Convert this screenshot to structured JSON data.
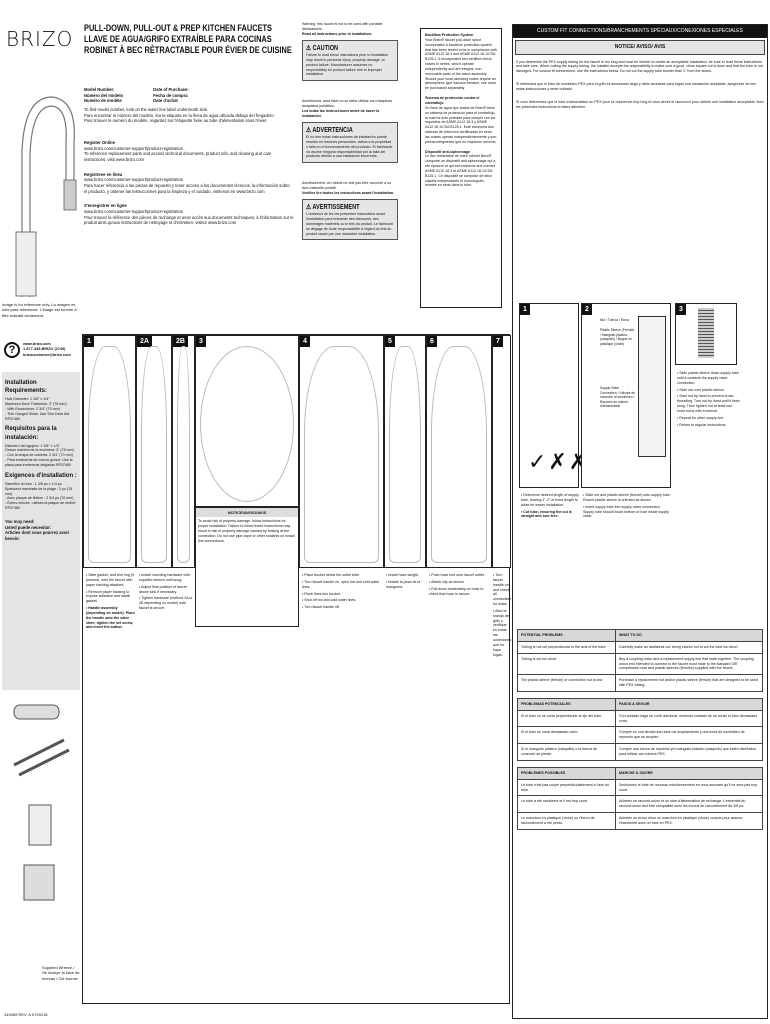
{
  "brand": "BRIZO",
  "title": [
    "PULL-DOWN, PULL-OUT & PREP KITCHEN FAUCETS",
    "LLAVE DE AGUA/GRIFO EXTRAÍBLE PARA COCINAS",
    "ROBINET À BEC RÉTRACTABLE POUR ÉVIER DE CUISINE"
  ],
  "model": {
    "model_labels": [
      "Model Number:",
      "Número del modelo",
      "Numéro de modèle"
    ],
    "date_labels": [
      "Date of Purchase:",
      "Fecha de compra",
      "Date d'achat"
    ],
    "find": [
      "To find model number, look on the water line label underneath sink.",
      "Para encontrar el número del modelo, lea la etiqueta en la línea de agua ubicada debajo del fregadero",
      "Pour trouver le numéro du modèle, regardez sur l'étiquette fixée au tube d'alimentation sous l'évier."
    ]
  },
  "register": [
    {
      "h": "Register Online",
      "url": "www.brizo.com/customer-support/product-registration",
      "t": "To reference replacement parts and access technical documents, product info, and cleaning and care instructions, visit www.brizo.com"
    },
    {
      "h": "Regístrese en línea",
      "url": "www.brizo.com/customer-support/product-registration",
      "t": "Para hacer referencia a las piezas de repuesto y tener acceso a los documentos técnicos, la información sobre el producto, y obtener las instrucciones para la limpieza y el cuidado, visítenos en www.brizo.com"
    },
    {
      "h": "S'enregistrer en ligne",
      "url": "www.brizo.com/customer-support/product-registration",
      "t": "Pour trouver la référence des pièces de rechange et avoir accès aux documents techniques, à l'information sur le produit ainsi qu'aux instructions de nettoyage et d'entretien, visitez www.brizo.com"
    }
  ],
  "image_note": "Image is for reference only. La imagen es sólo para referencia. L'image est fournie à titre indicatif seulement.",
  "contact": [
    "www.brizo.com",
    "1-877-345-BRIZO (2749)",
    "brizocustomer@brizo.com"
  ],
  "requirements": [
    {
      "h": "Installation Requirements:",
      "lines": [
        "Hole Diameter: 1 3/8\" ± 1/4\"",
        "Maximum Deck Thickness: 3\" (76 mm)",
        "- With Escutcheon: 2 3/4\" (70 mm)",
        "- Thin Gauged Sinks: Use Thin Deck Aid RP37480"
      ]
    },
    {
      "h": "Requisitos para la instalación:",
      "lines": [
        "Diámetro del agujero: 1 3/8\" ± 1/4\"",
        "Grosor máximo de la encimera: 3\" (76 mm)",
        "- Con la chapa de cubierta: 2 3/4\" (70 mm)",
        "- Para encimeras de menos grosor: Use la placa para encimeras delgadas RP37480"
      ]
    },
    {
      "h": "Exigences d'installation :",
      "lines": [
        "Diamètre du trou : 1 3/8 po ± 1/4 po",
        "Épaisseur maximale de la plage : 3 po (76 mm)",
        "- Avec plaque de finition : 2 3/4 po (70 mm)",
        "- Éviers minces : utilisez la plaque de renfort RP37480"
      ]
    }
  ],
  "may_need": [
    "You may need:",
    "Usted puede necesitar:",
    "Articles dont vous pourrez avoir besoin:"
  ],
  "supplied_wrench": "Supplied Wrench / Se incluye la llave de tuercas / Clé fournie",
  "part_no": "140089 REV. A  07/02/18",
  "warnings": [
    {
      "lead": "Warning: this faucet is not to be used with portable dishwashers.",
      "read": "Read all instructions prior to installation.",
      "h": "CAUTION",
      "t": "Failure to read these instructions prior to installation may result in personal injury, property damage, or product failure. Manufacturer assumes no responsibility for product failure due to improper installation."
    },
    {
      "lead": "Advertencia: para llave no se debe utilizar con maquinas lavaplatos portátiles.",
      "read": "Lea todas las instrucciones antes de hacer la instalación.",
      "h": "ADVERTENCIA",
      "t": "El no leer estas instrucciones de instalación puede resultar en lesiones personales, daños a la propiedad o falla en el funcionamiento del producto. El fabricante no asume ninguna responsabilidad por la falla del producto debido a una instalación incorrecta."
    },
    {
      "lead": "Avertissement: ce robinet ne doit pas être raccordé à un lave-vaisselle portatif.",
      "read": "Veuillez lire toutes les instructions avant l'installation.",
      "h": "AVERTISSEMENT",
      "t": "L'omission de lire les présentes instructions avant l'installation peut entraîner des blessures, des dommages matériels ou le bris du produit. Le fabricant se dégage de toute responsabilité à l'égard du bris du produit causé par une mauvaise installation."
    }
  ],
  "backflow": [
    {
      "h": "Backflow Protection System",
      "t": "Your Brizo® faucet pull-down spout incorporates a backflow protection system that has been tested to be in compliance with ASME A112.18.3 and ASME A112.18.1/CSA B125.1. It incorporates two certified check valves in series, which operate independently and are integral, non-removable parts of the wand assembly. Should your local plumbing codes require an atmospheric type vacuum breaker, one must be purchased separately."
    },
    {
      "h": "Sistema de protección contra el contraflujo",
      "t": "Su llave de agua tipo ducha de Brizo® tiene un sistema de protección para el contraflujo, la cual ha sido probada para cumplir con los requisitos de ASME A112.18.3 y ASME A112.18.1/CSA B125.1. Este incorpora dos válvulas de retención certificadas en serie, las cuales operan independientemente y son piezas integrantes que no requieren servicio."
    },
    {
      "h": "Dispositif anti-siphonnage",
      "t": "Le bec rétractable de votre robinet Brizo® comporte un dispositif anti-siphonnage qui a été éprouvé et qui est conforme aux normes ASME A112.18.3 et ASME A112.18.1/CSA B125.1. Ce dispositif se compose de deux clapets indépendants et homologués, montés en série dans le tube."
    }
  ],
  "steps": [
    {
      "n": "1",
      "text": [
        "Slide gasket, and trim ring (if present), onto the faucet with paper backing attached.",
        "Remove paper backing to expose adhesive and install gasket.",
        "Handle assembly (depending on model): Place the handle onto the valve stem; tighten the set screw, and insert the button."
      ]
    },
    {
      "n": "2A",
      "text": [
        "Install mounting hardware with supplied wrench until snug.",
        "Adjust final position of faucet above sink if necessary.",
        "Tighten hardware (method 2A or 2B depending on model) until faucet is secure."
      ]
    },
    {
      "n": "2B",
      "text": []
    },
    {
      "n": "3",
      "text": []
    },
    {
      "n": "4",
      "text": [
        "Place bucket below the outlet tube.",
        "Turn faucet handle on, open hot and cold water lines.",
        "Flush lines into bucket.",
        "Shut off hot and cold water lines.",
        "Turn faucet handle off."
      ]
    },
    {
      "n": "5",
      "text": [
        "Install hose weight.",
        "Instale la pesa de la manguera."
      ]
    },
    {
      "n": "6",
      "text": [
        "Push hose end onto faucet outlet.",
        "Attach clip as shown.",
        "Pull down moderately on hose to check that hose is secure."
      ]
    },
    {
      "n": "7",
      "text": [
        "Turn faucet handle on and check all connections for leaks.",
        "Abra la manija del grifo y verifique en todas las conexiones que no haya fugas."
      ]
    }
  ],
  "notice": {
    "h": "NOTICE/AVISO/AVIS",
    "t": "To avoid risk of property damage, follow instructions for proper installation. Failure to follow these instructions may result in risk of property damage caused by leaking at the connection. Do not use pipe dope or other sealants on install line connections."
  },
  "custom": {
    "header": "CUSTOM FIT CONNECTIONS/BRANCHEMENTS SPÉCIAUX/CONEXIONES ESPECIALES",
    "notice": "NOTICE/ AVISO/ AVIS",
    "paras": [
      "If you determine the PEX supply tubing for the faucet is too long and must be shorter to create an acceptable installation, be sure to read these instructions and take care. When cutting the supply tubing, the installer accepts the responsibility to make sure a good, clean square cut is done and that the tube is not damaged. For custom fit connections, use the instructions below. Do not cut the supply tube shorter than 1\" from the shank.",
      "Si determina que el tubo de suministro PEX para el grifo es demasiado largo y debe acortarse para lograr una instalación aceptable, asegúrese de leer estas instrucciones y tener cuidado.",
      "Si vous déterminez que le tube d'alimentation en PEX pour ce robinet est trop long et vous devez le raccourcir pour obtenir une installation acceptable, lisez les présentes instructions et faites attention."
    ],
    "steps": [
      {
        "n": "1",
        "text": [
          "Determine desired length of supply tube, leaving 1\"-2\" of extra length to allow for easier installation.",
          "Cut tube, ensuring the cut is straight and burr-free."
        ]
      },
      {
        "n": "2",
        "labels": [
          "Nut / Tuerca / Écrou",
          "Plastic Sleeve (Ferrule) / Manguito plástico (casquillo) / Bague en plastique (virole)",
          "Supply Valve Connection / Válvula de conexión al suministro / Raccord du robinet d'alimentation"
        ],
        "text": [
          "Slide nut and plastic sleeve (ferrule) onto supply tube. Ensure plastic sleeve is oriented as shown.",
          "Insert supply tube into supply valve connection. Supply tube should touch bottom of hole inside supply valve."
        ]
      },
      {
        "n": "3",
        "text": [
          "Slide plastic sleeve down supply tube until it contacts the supply valve connection.",
          "Slide nut over plastic sleeve.",
          "Start nut by hand to prevent cross-threading. Turn nut by hand until it feels snug. Then tighten nut at least two more turns with a wrench.",
          "Repeat for other supply line.",
          "Return to regular instructions."
        ]
      }
    ]
  },
  "tables": [
    {
      "headers": [
        "POTENTIAL PROBLEMS",
        "WHAT TO DO"
      ],
      "rows": [
        [
          "Tubing is not cut perpendicular to the axis of the tube.",
          "Carefully make an additional cut, being careful not to cut the tube too short."
        ],
        [
          "Tubing is cut too short.",
          "Buy a coupling union and a replacement supply line that mate together. The coupling union end intended to connect to the faucet must mate to the standard 3/8\" compression nuts and plastic sleeves (ferrules) supplied with the faucet."
        ],
        [
          "The plastic sleeve (ferrule) or connection nut is lost.",
          "Purchase a replacement nut and/or plastic sleeve (ferrule) that are designed to be used with PEX tubing."
        ]
      ]
    },
    {
      "headers": [
        "PROBLEMAS POTENCIALES",
        "PASOS A SEGUIR"
      ],
      "rows": [
        [
          "Si el tubo no se corta perpendicular al eje del tubo.",
          "Con cuidado haga un corte adicional, teniendo cuidado de no cortar el tubo demasiado corto."
        ],
        [
          "Si el tubo se corta demasiado corto.",
          "Compre en una tienda una unión de acoplamiento y una línea de suministro de repuesto que se acoplen."
        ],
        [
          "Si el manguito plástico (casquillo) o la tuerca de conexión se pierde.",
          "Compre una tuerca de repuesto y/o manguito plástico (casquillo) que estén diseñados para utilizar con tubería PEX."
        ]
      ]
    },
    {
      "headers": [
        "PROBLÈMES POSSIBLES",
        "MARCHE À SUIVRE"
      ],
      "rows": [
        [
          "Le tube n'est pas coupé perpendiculairement à l'axe du tube.",
          "Sectionnez le tube de nouveau minutieusement en vous assurant qu'il ne sera pas trop court."
        ],
        [
          "Le tube a été sectionné et il est trop court.",
          "Achetez un raccord-union et un tube d'alimentation de rechange. L'extrémité du raccord-union doit être compatible avec les écrous de raccordement de 3/8 po."
        ],
        [
          "Le manchon en plastique (virole) ou l'écrou de raccordement a été perdu.",
          "Achetez un écrou et/ou un manchon en plastique (virole) conçus pour assurer l'étanchéité avec un tube en PEX."
        ]
      ]
    }
  ]
}
